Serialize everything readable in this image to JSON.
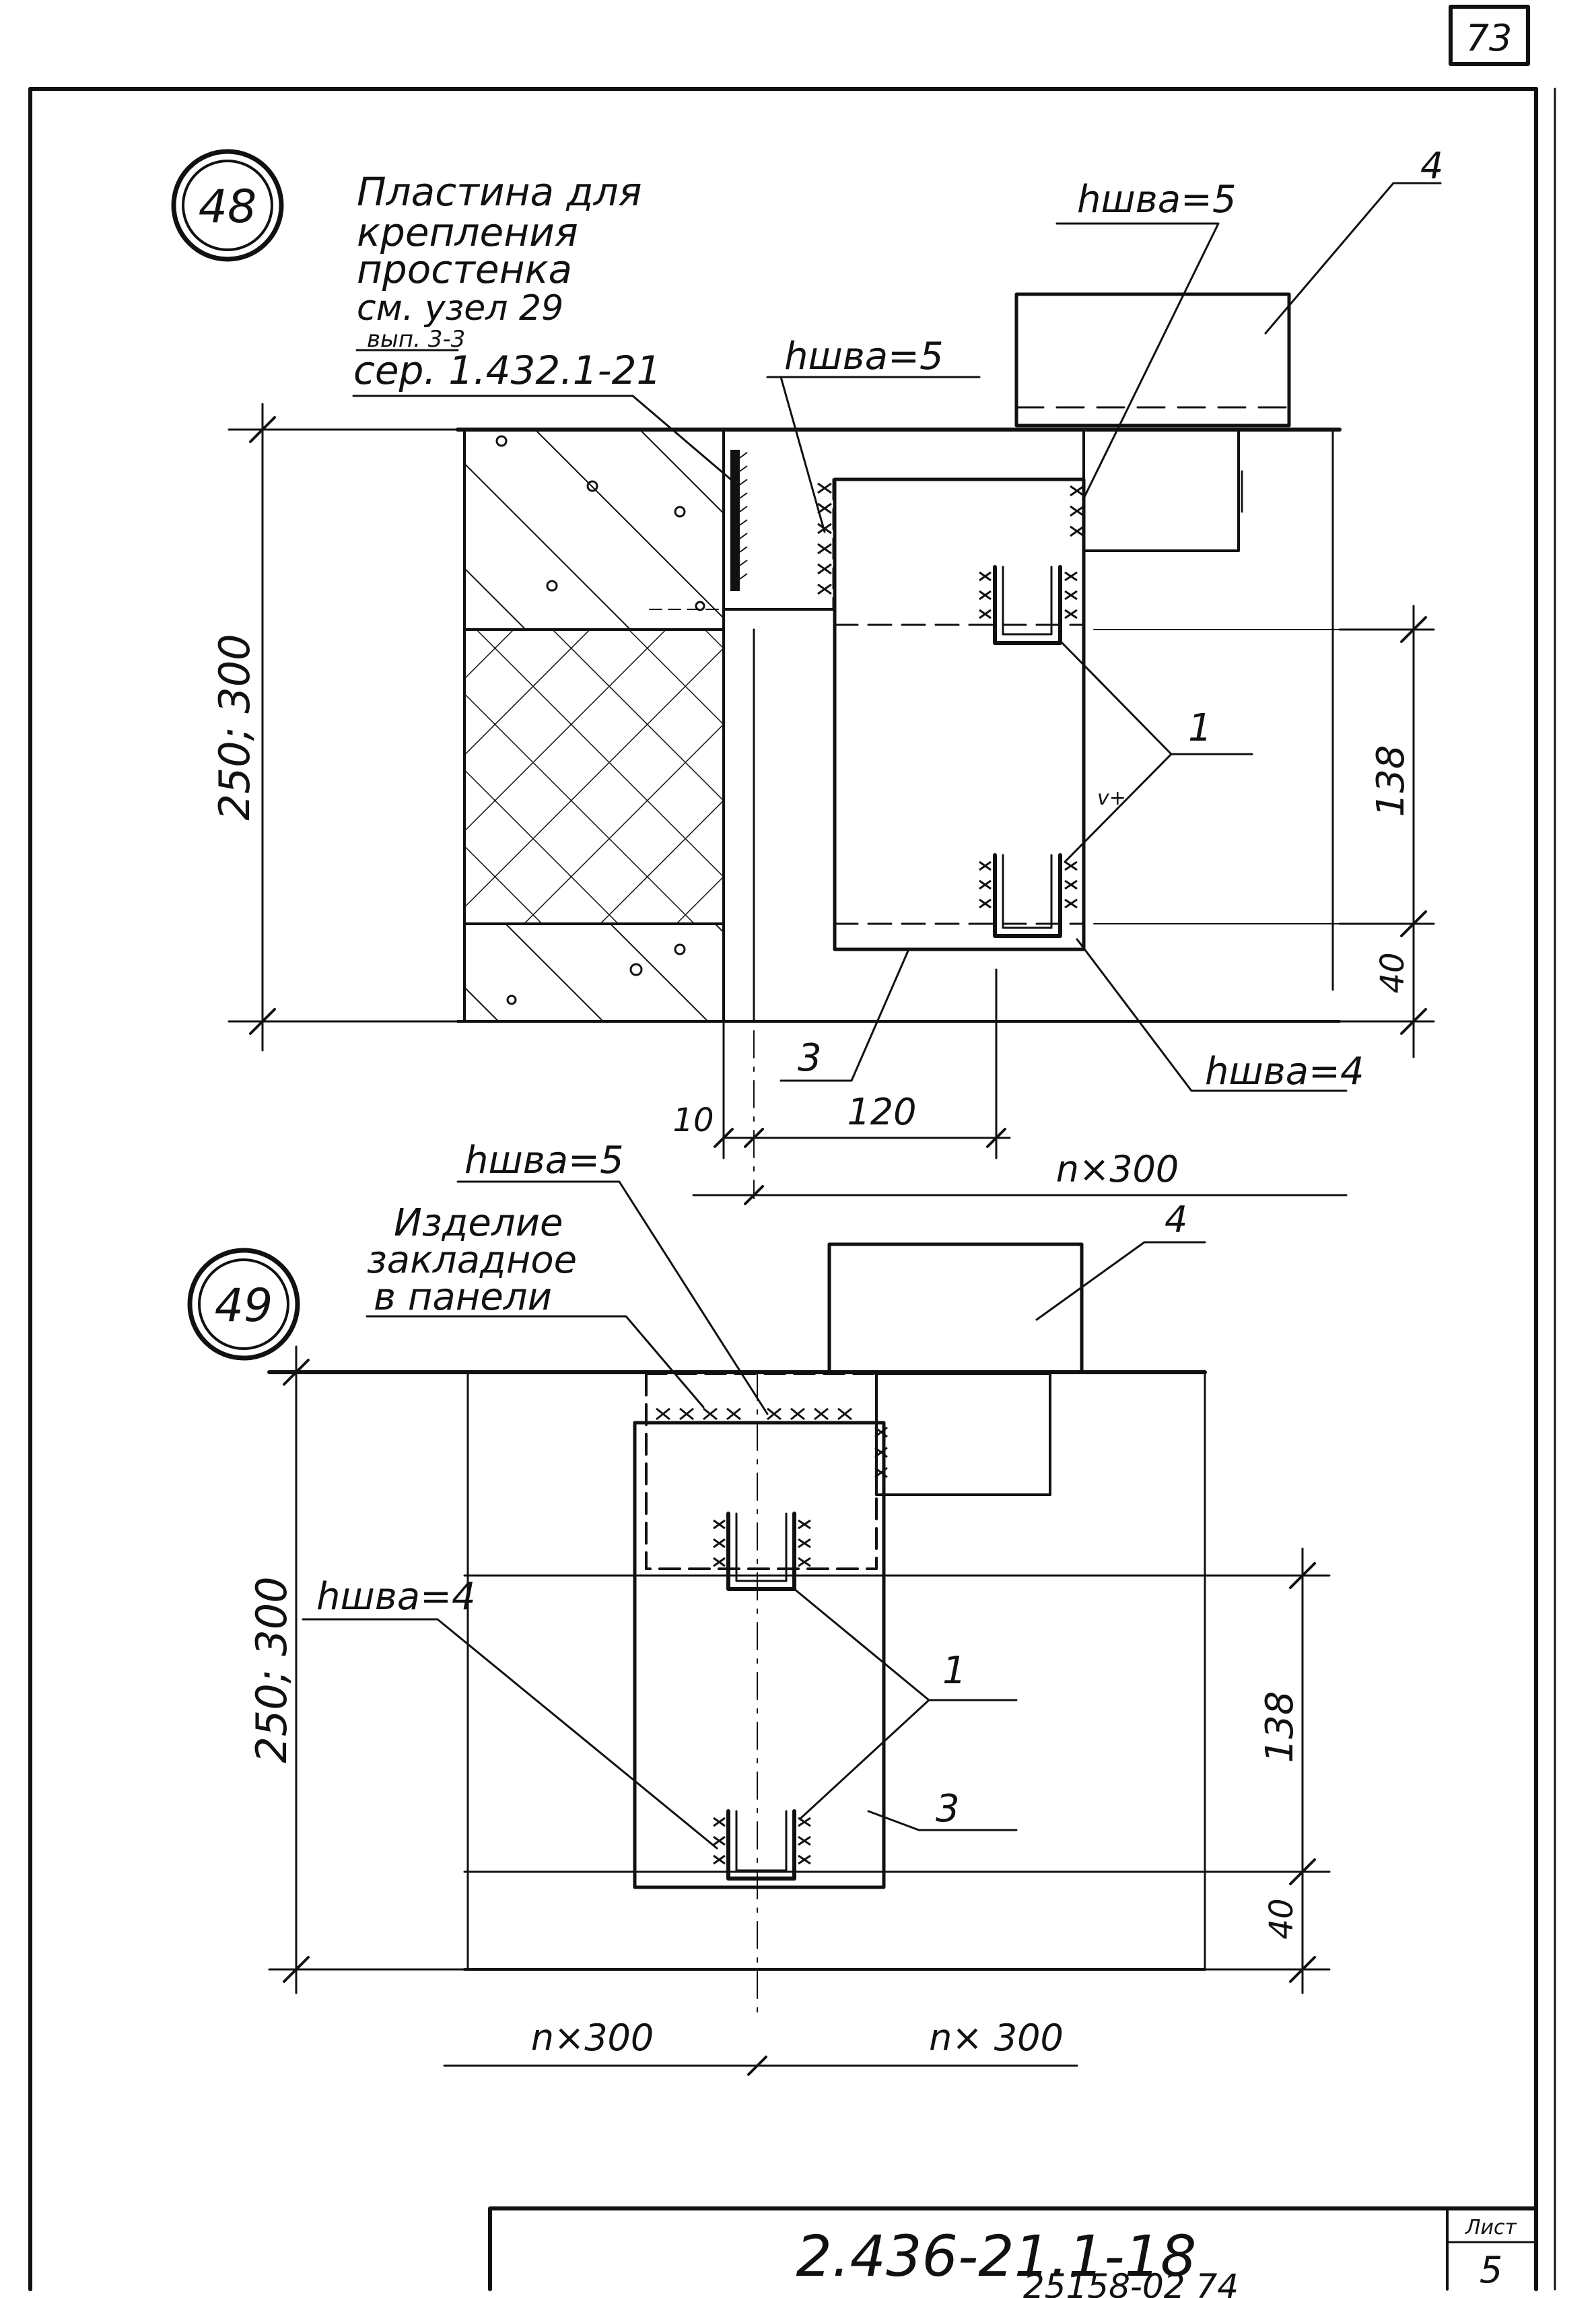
{
  "sheet": {
    "page_number": "73",
    "doc_code": "2.436-21.1-18",
    "list_label": "Лист",
    "list_number": "5",
    "archive_number": "25158-02   74"
  },
  "detail48": {
    "number": "48",
    "note_lines": [
      "Пластина для",
      "крепления",
      "простенка",
      "см. узел 29",
      "вып. 3-3",
      "сер. 1.432.1-21"
    ],
    "weld_top_right": "hшва=5",
    "weld_top_left": "hшва=5",
    "weld_bottom": "hшва=4",
    "dim_height": "250; 300",
    "dim_138": "138",
    "dim_40": "40",
    "dim_10": "10",
    "dim_120": "120",
    "dim_n300": "n×300",
    "callout_1": "1",
    "callout_3": "3",
    "callout_4": "4"
  },
  "detail49": {
    "number": "49",
    "weld_top": "hшва=5",
    "weld_left": "hшва=4",
    "note_lines": [
      "Изделие",
      "закладное",
      "в панели"
    ],
    "dim_height": "250; 300",
    "dim_138": "138",
    "dim_40": "40",
    "dim_left_n300": "n×300",
    "dim_right_n300": "n× 300",
    "callout_1": "1",
    "callout_3": "3",
    "callout_4": "4"
  }
}
